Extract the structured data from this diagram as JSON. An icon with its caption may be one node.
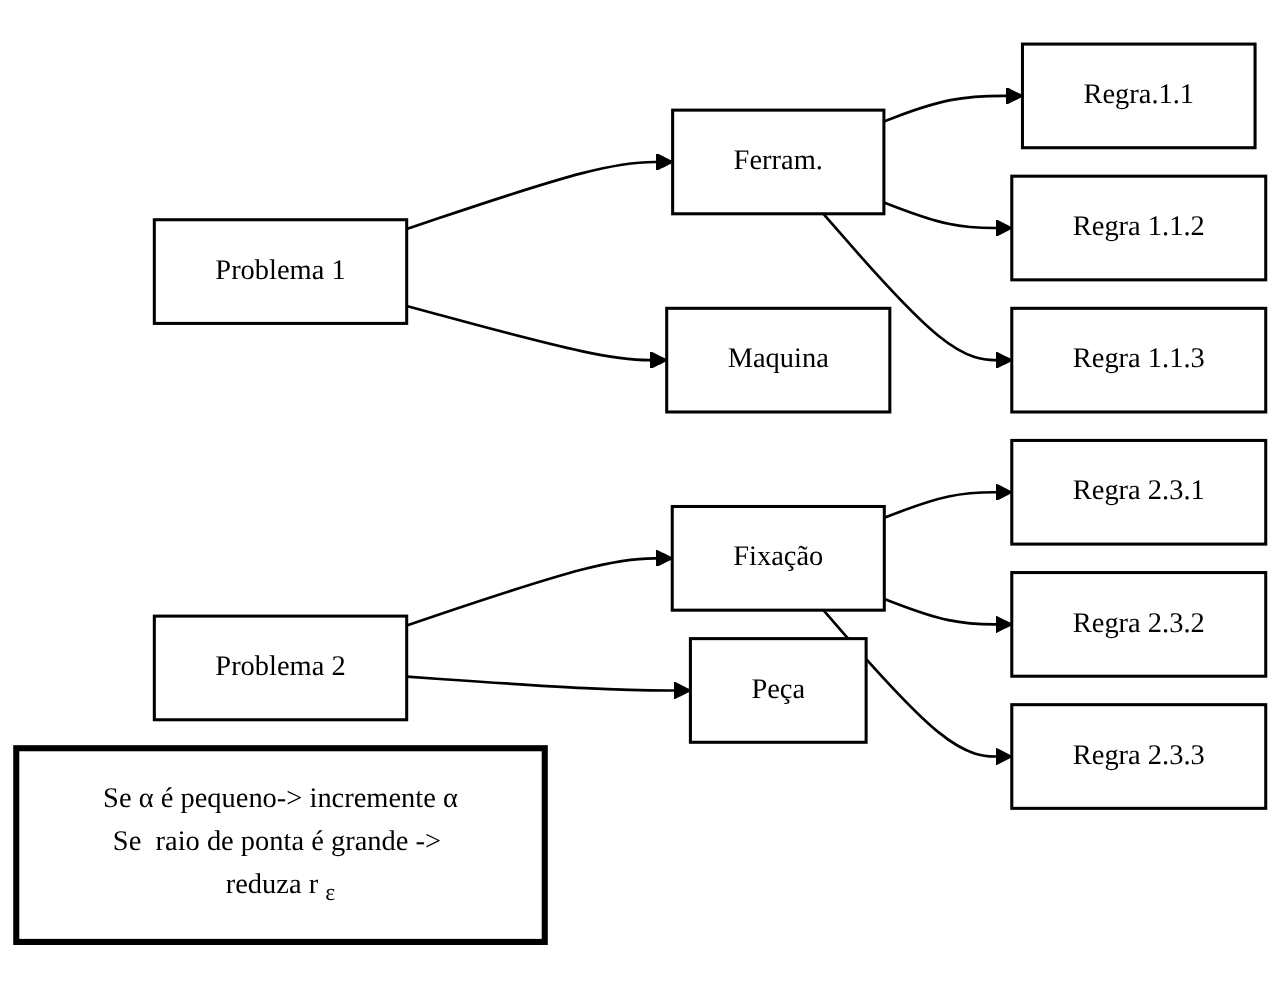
{
  "diagram": {
    "nodes": [
      {
        "text": [
          "Problema 1"
        ]
      },
      {
        "text": [
          "Ferram."
        ]
      },
      {
        "text": [
          "Maquina"
        ]
      },
      {
        "text": [
          "Regra.1.1"
        ]
      },
      {
        "text": [
          "Regra 1.1.2"
        ]
      },
      {
        "text": [
          "Regra 1.1.3"
        ]
      },
      {
        "text": [
          "Problema 2"
        ]
      },
      {
        "text": [
          "Fixação"
        ]
      },
      {
        "text": [
          "Peça"
        ]
      },
      {
        "text": [
          "Regra 2.3.1"
        ]
      },
      {
        "text": [
          "Regra 2.3.2"
        ]
      },
      {
        "text": [
          "Regra 2.3.3"
        ]
      },
      {
        "text": [
          "Se α é pequeno-> incremente α",
          "Se  raio de ponta é grande -> reduza r $_{ε}$"
        ]
      }
    ],
    "edges": [
      {
        "from": 0,
        "to": 1,
        "arrow": "to"
      },
      {
        "from": 0,
        "to": 2,
        "arrow": "to"
      },
      {
        "from": 1,
        "to": 3,
        "arrow": "to"
      },
      {
        "from": 1,
        "to": 4,
        "arrow": "to"
      },
      {
        "from": 1,
        "to": 5,
        "arrow": "to"
      },
      {
        "from": 6,
        "to": 7,
        "arrow": "to"
      },
      {
        "from": 6,
        "to": 8,
        "arrow": "to"
      },
      {
        "from": 7,
        "to": 9,
        "arrow": "to"
      },
      {
        "from": 7,
        "to": 10,
        "arrow": "to"
      },
      {
        "from": 7,
        "to": 11,
        "arrow": "to"
      }
    ]
  }
}
